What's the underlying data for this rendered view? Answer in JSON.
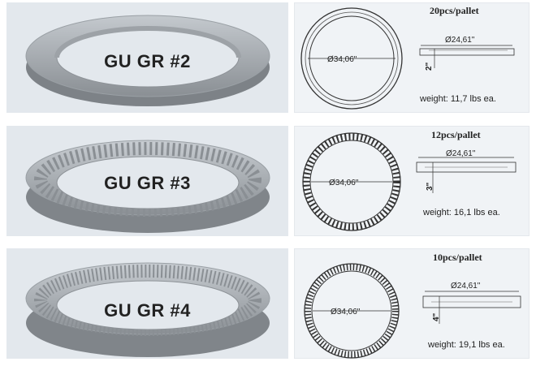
{
  "products": [
    {
      "label": "GU GR #2",
      "pallet": "20pcs/pallet",
      "outer_dim": "Ø34,06\"",
      "inner_dim": "Ø24,61\"",
      "height_dim": "2\"",
      "weight": "weight: 11,7 lbs ea.",
      "ribbed": false
    },
    {
      "label": "GU GR #3",
      "pallet": "12pcs/pallet",
      "outer_dim": "Ø34,06\"",
      "inner_dim": "Ø24,61\"",
      "height_dim": "3\"",
      "weight": "weight: 16,1 lbs ea.",
      "ribbed": true
    },
    {
      "label": "GU GR #4",
      "pallet": "10pcs/pallet",
      "outer_dim": "Ø34,06\"",
      "inner_dim": "Ø24,61\"",
      "height_dim": "4\"",
      "weight": "weight: 19,1 lbs ea.",
      "ribbed": true
    }
  ]
}
